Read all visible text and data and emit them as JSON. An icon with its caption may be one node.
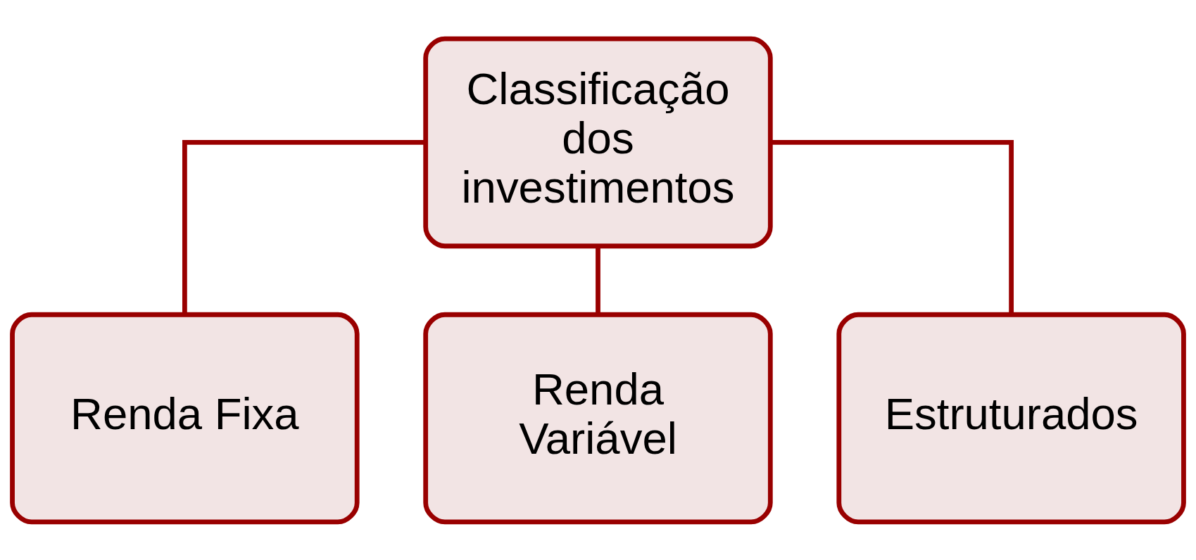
{
  "diagram": {
    "nodes": [
      {
        "text": [
          "Classificação dos investimentos"
        ]
      },
      {
        "text": [
          "Renda Fixa"
        ]
      },
      {
        "text": [
          "Renda Variável"
        ]
      },
      {
        "text": [
          "Estruturados"
        ]
      }
    ],
    "edges": [
      {
        "from": 0,
        "to": 1,
        "arrow": "none"
      },
      {
        "from": 0,
        "to": 2,
        "arrow": "none"
      },
      {
        "from": 0,
        "to": 3,
        "arrow": "none"
      }
    ]
  }
}
